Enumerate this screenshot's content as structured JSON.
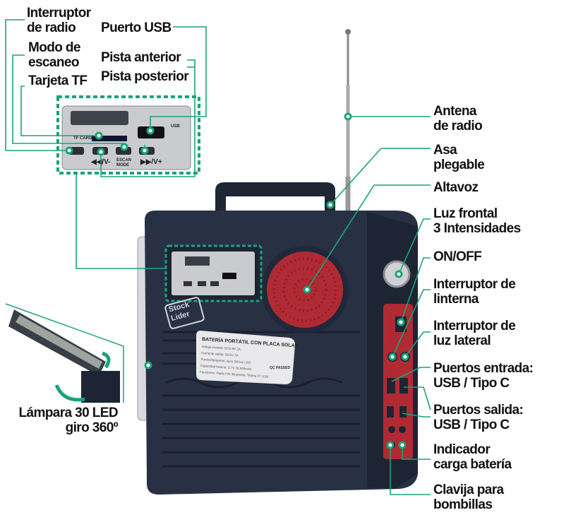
{
  "colors": {
    "leader": "#1aa37a",
    "body": "#283144",
    "speaker": "#b02a33",
    "panel": "#c9cbcf"
  },
  "callouts": {
    "radio_switch": [
      "Interruptor",
      "de radio"
    ],
    "usb_port": [
      "Puerto USB"
    ],
    "scan_mode": [
      "Modo de",
      "escaneo"
    ],
    "prev_next": [
      "Pista anterior",
      "Pista posterior"
    ],
    "tf_card": [
      "Tarjeta TF"
    ],
    "antenna": [
      "Antena",
      "de radio"
    ],
    "handle": [
      "Asa",
      "plegable"
    ],
    "speaker": [
      "Altavoz"
    ],
    "front_light": [
      "Luz frontal",
      "3 Intensidades"
    ],
    "on_off": [
      "ON/OFF"
    ],
    "flashlight_switch": [
      "Interruptor de",
      "linterna"
    ],
    "side_light_switch": [
      "Interruptor de",
      "luz lateral"
    ],
    "input_ports": [
      "Puertos entrada:",
      "USB / Tipo C"
    ],
    "output_ports": [
      "Puertos salida:",
      "USB / Tipo C"
    ],
    "battery_indicator": [
      "Indicador",
      "carga batería"
    ],
    "bulb_socket": [
      "Clavija para",
      "bombillas"
    ],
    "lamp": [
      "Lámpara 30 LED",
      "giro 360º"
    ]
  },
  "panel": {
    "tf_card": "TF CARD",
    "usb": "USB",
    "prev": "◀◀/V-",
    "scan": [
      "ESCAN",
      "MODE"
    ],
    "next": "▶▶/V+"
  },
  "product_label": {
    "title": "BATERÍA PORTÁTIL CON PLACA SOLAR",
    "lines": [
      "Voltaje entrada: DC5-9V 2A",
      "Corriente salida: DC5V 2A",
      "Puntos/lámparas: 3pcs 3W luz LED",
      "Capacidad batería: 3.7V 20.000mAh",
      "Funciones: Radio FM, Bluetooth, Tarjeta TF USB"
    ],
    "qc": "QC PASSED"
  },
  "brand": [
    "Stock",
    "Lider"
  ]
}
